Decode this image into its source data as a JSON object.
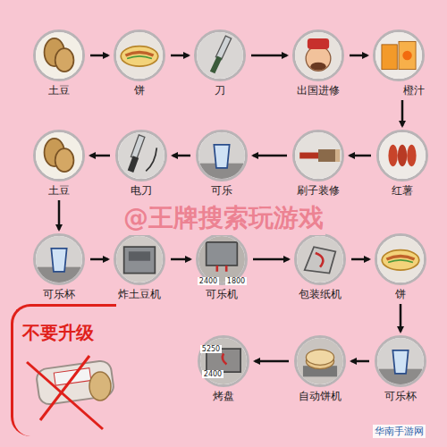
{
  "diagram": {
    "nodes": [
      {
        "text": [
          "土豆"
        ]
      },
      {
        "text": [
          "饼"
        ]
      },
      {
        "text": [
          "刀"
        ]
      },
      {
        "text": [
          "出国进修"
        ]
      },
      {
        "text": [
          "橙汁"
        ]
      },
      {
        "text": [
          "红薯"
        ]
      },
      {
        "text": [
          "刷子装修"
        ]
      },
      {
        "text": [
          "可乐"
        ]
      },
      {
        "text": [
          "电刀"
        ]
      },
      {
        "text": [
          "土豆"
        ]
      },
      {
        "text": [
          "可乐杯"
        ]
      },
      {
        "text": [
          "炸土豆机"
        ]
      },
      {
        "text": [
          "可乐机"
        ]
      },
      {
        "text": [
          "包装纸机"
        ]
      },
      {
        "text": [
          "饼"
        ]
      },
      {
        "text": [
          "可乐杯"
        ]
      },
      {
        "text": [
          "自动饼机"
        ]
      },
      {
        "text": [
          "烤盘"
        ]
      },
      {
        "text": [
          "不要升级"
        ]
      }
    ],
    "edges": [
      {
        "from": 0,
        "to": 1,
        "arrow": "to"
      },
      {
        "from": 1,
        "to": 2,
        "arrow": "to"
      },
      {
        "from": 2,
        "to": 3,
        "arrow": "to"
      },
      {
        "from": 3,
        "to": 4,
        "arrow": "to"
      },
      {
        "from": 4,
        "to": 5,
        "arrow": "to"
      },
      {
        "from": 5,
        "to": 6,
        "arrow": "to"
      },
      {
        "from": 6,
        "to": 7,
        "arrow": "to"
      },
      {
        "from": 7,
        "to": 8,
        "arrow": "to"
      },
      {
        "from": 8,
        "to": 9,
        "arrow": "to"
      },
      {
        "from": 9,
        "to": 10,
        "arrow": "to"
      },
      {
        "from": 10,
        "to": 11,
        "arrow": "to"
      },
      {
        "from": 11,
        "to": 12,
        "arrow": "to"
      },
      {
        "from": 12,
        "to": 13,
        "arrow": "to"
      },
      {
        "from": 13,
        "to": 14,
        "arrow": "to"
      },
      {
        "from": 14,
        "to": 15,
        "arrow": "to"
      },
      {
        "from": 15,
        "to": 16,
        "arrow": "to"
      },
      {
        "from": 16,
        "to": 17,
        "arrow": "to"
      }
    ],
    "labels": [
      "@王牌搜索玩游戏",
      "华南手游网",
      "2400",
      "1800",
      "5250",
      "2400"
    ]
  }
}
